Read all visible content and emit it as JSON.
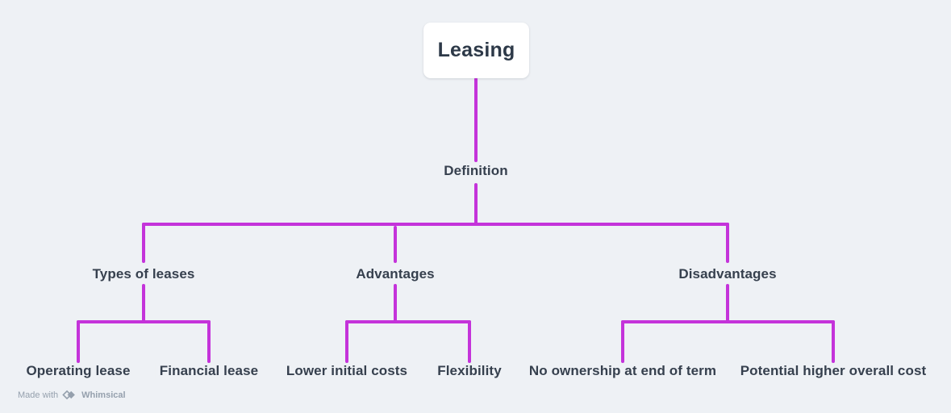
{
  "canvas": {
    "background": "#eef1f5",
    "line_color": "#c433da",
    "text_color": "#36404e"
  },
  "root": {
    "label": "Leasing"
  },
  "definition": {
    "label": "Definition"
  },
  "branches": [
    {
      "label": "Types of leases",
      "children": [
        {
          "label": "Operating lease"
        },
        {
          "label": "Financial lease"
        }
      ]
    },
    {
      "label": "Advantages",
      "children": [
        {
          "label": "Lower initial costs"
        },
        {
          "label": "Flexibility"
        }
      ]
    },
    {
      "label": "Disadvantages",
      "children": [
        {
          "label": "No ownership at end of term"
        },
        {
          "label": "Potential higher overall cost"
        }
      ]
    }
  ],
  "watermark": {
    "text": "Made with",
    "brand": "Whimsical"
  }
}
